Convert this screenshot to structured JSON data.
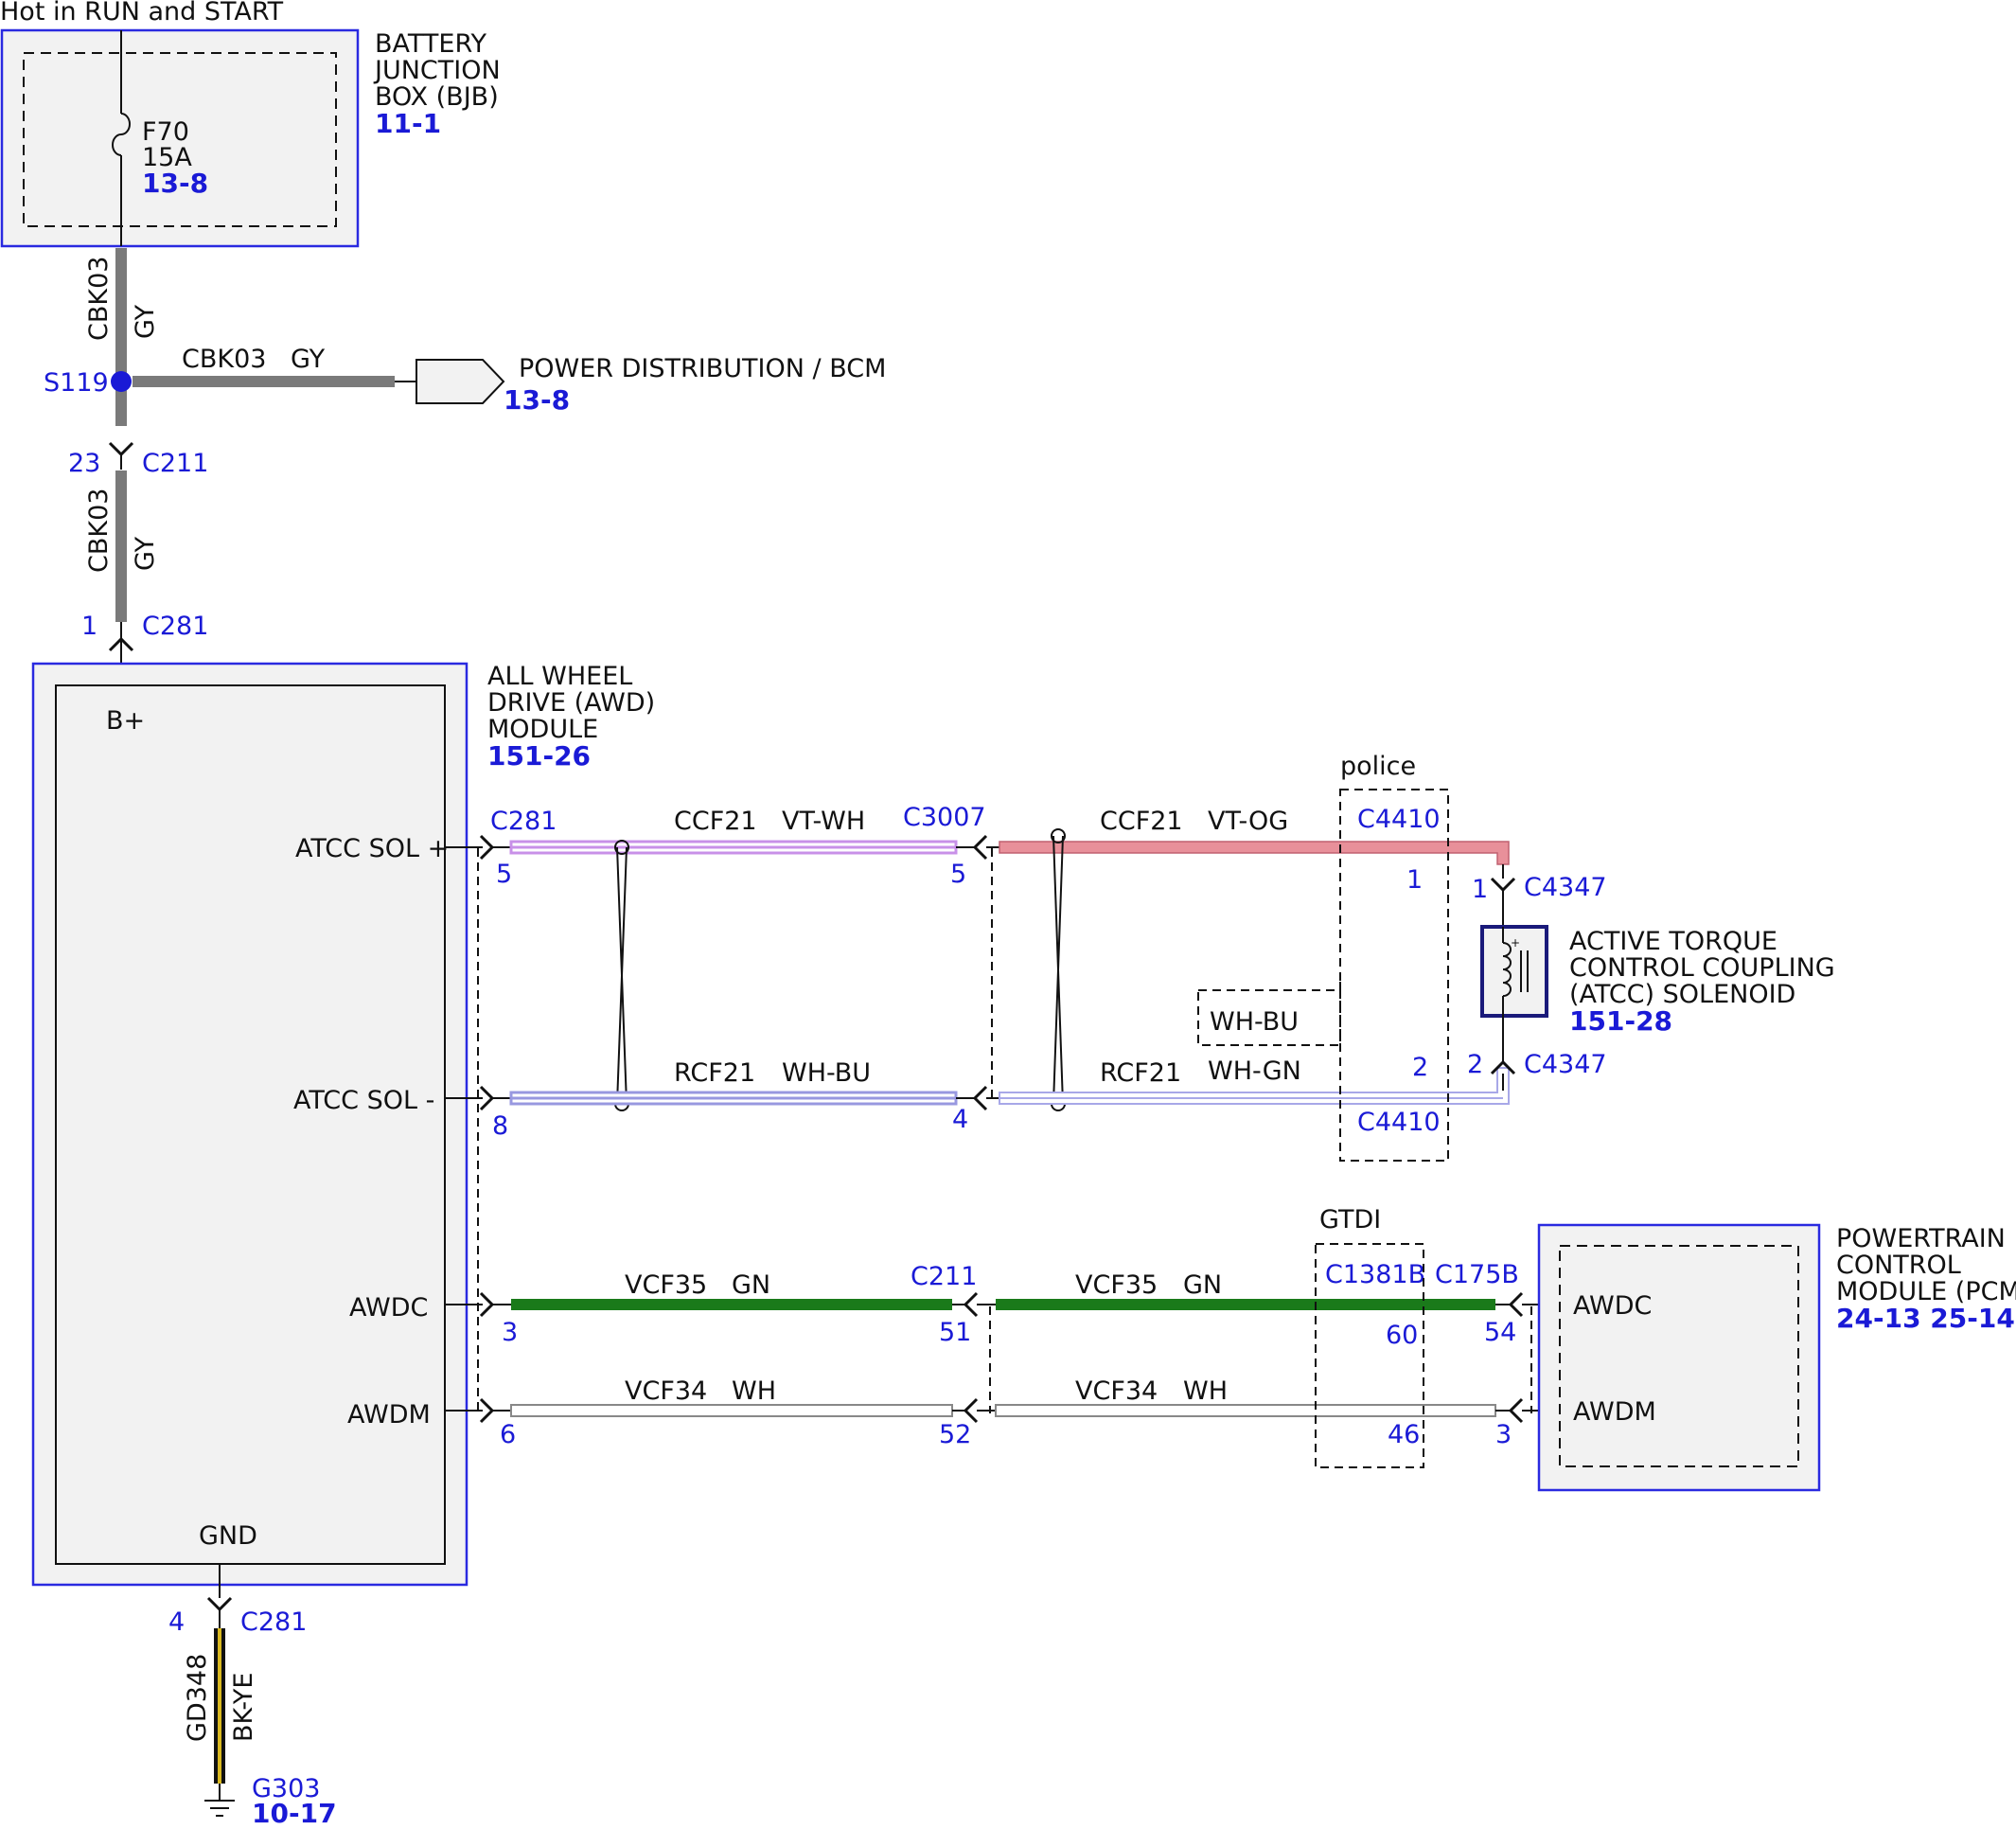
{
  "header": {
    "title": "Hot in RUN and START"
  },
  "colors": {
    "pin_blue": "#1a1ad6",
    "box_border": "#2a2ae0",
    "box_fill": "#f2f2f2",
    "gray_wire": "#7a7a7a",
    "vt_wh": "#c890e8",
    "vt_og": "#e8909a",
    "wh_bu": "#9898e0",
    "wh_gn": "#a8a8e8",
    "green_wire": "#1a7a1a",
    "bk_ye": "#d8b820"
  },
  "bjb": {
    "name_lines": [
      "BATTERY",
      "JUNCTION",
      "BOX (BJB)"
    ],
    "ref": "11-1",
    "fuse_id": "F70",
    "fuse_rating": "15A",
    "fuse_ref": "13-8"
  },
  "splice": {
    "id": "S119",
    "trunk_circuit": "CBK03",
    "trunk_color": "GY",
    "branch_circuit": "CBK03",
    "branch_color": "GY",
    "destination": "POWER DISTRIBUTION / BCM",
    "destination_ref": "13-8"
  },
  "c211_upper": {
    "pin": "23",
    "connector": "C211"
  },
  "lower_feed": {
    "circuit": "CBK03",
    "color": "GY"
  },
  "c281_top": {
    "pin": "1",
    "connector": "C281"
  },
  "awd_module": {
    "name_lines": [
      "ALL WHEEL",
      "DRIVE (AWD)",
      "MODULE"
    ],
    "ref": "151-26",
    "pins": {
      "bplus": "B+",
      "sol_pos": "ATCC SOL +",
      "sol_neg": "ATCC SOL -",
      "awdc": "AWDC",
      "awdm": "AWDM",
      "gnd": "GND"
    }
  },
  "sol_pos_row": {
    "left_connector": "C281",
    "left_pin": "5",
    "left_circuit": "CCF21",
    "left_color": "VT-WH",
    "mid_connector": "C3007",
    "mid_pin": "5",
    "right_circuit": "CCF21",
    "right_color": "VT-OG",
    "police_connector": "C4410",
    "police_pin": "1"
  },
  "sol_neg_row": {
    "left_pin": "8",
    "left_circuit": "RCF21",
    "left_color": "WH-BU",
    "mid_pin": "4",
    "right_circuit": "RCF21",
    "right_color": "WH-GN",
    "police_connector": "C4410",
    "police_pin": "2"
  },
  "police": {
    "label": "police",
    "alt_color": "WH-BU"
  },
  "solenoid": {
    "connector": "C4347",
    "pin_top": "1",
    "pin_bottom": "2",
    "name_lines": [
      "ACTIVE TORQUE",
      "CONTROL COUPLING",
      "(ATCC) SOLENOID"
    ],
    "ref": "151-28"
  },
  "awdc_row": {
    "left_pin": "3",
    "circuit": "VCF35",
    "color": "GN",
    "mid_connector": "C211",
    "mid_pin": "51",
    "right_circuit": "VCF35",
    "right_color": "GN",
    "gtdi_connector": "C1381B",
    "gtdi_pin": "60",
    "pcm_connector": "C175B",
    "pcm_pin": "54"
  },
  "awdm_row": {
    "left_pin": "6",
    "circuit": "VCF34",
    "color": "WH",
    "mid_pin": "52",
    "right_circuit": "VCF34",
    "right_color": "WH",
    "gtdi_pin": "46",
    "pcm_pin": "3"
  },
  "gtdi": {
    "label": "GTDI"
  },
  "pcm": {
    "name_lines": [
      "POWERTRAIN",
      "CONTROL",
      "MODULE (PCM)"
    ],
    "ref": "24-13 25-14",
    "pins": {
      "awdc": "AWDC",
      "awdm": "AWDM"
    }
  },
  "ground": {
    "pin": "4",
    "connector": "C281",
    "circuit": "GD348",
    "color": "BK-YE",
    "ground_id": "G303",
    "ground_ref": "10-17"
  }
}
